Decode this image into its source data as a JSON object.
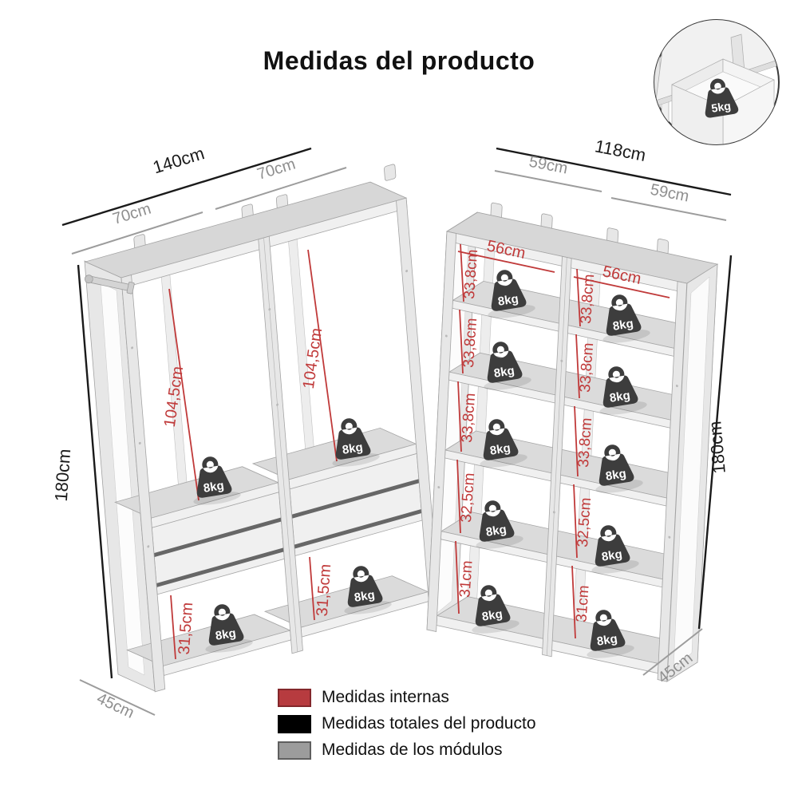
{
  "title": "Medidas del producto",
  "inset": {
    "weight_label": "5kg"
  },
  "left_unit": {
    "total_width": "140cm",
    "module_widths": [
      "70cm",
      "70cm"
    ],
    "total_height": "180cm",
    "hang_heights": [
      "104,5cm",
      "104,5cm"
    ],
    "bottom_heights": [
      "31,5cm",
      "31,5cm"
    ],
    "depth": "45cm",
    "weights": [
      "8kg",
      "8kg",
      "8kg",
      "8kg"
    ]
  },
  "right_unit": {
    "total_width": "118cm",
    "module_widths": [
      "59cm",
      "59cm"
    ],
    "total_height": "180cm",
    "shelf_widths": [
      "56cm",
      "56cm"
    ],
    "left_column": [
      "33,8cm",
      "33,8cm",
      "33,8cm",
      "32,5cm",
      "31cm"
    ],
    "right_column": [
      "33,8cm",
      "33,8cm",
      "33,8cm",
      "32,5cm",
      "31cm"
    ],
    "depth": "45cm",
    "weights": [
      "8kg",
      "8kg",
      "8kg",
      "8kg",
      "8kg",
      "8kg",
      "8kg",
      "8kg",
      "8kg",
      "8kg"
    ]
  },
  "legend": {
    "items": [
      {
        "label": "Medidas internas",
        "color": "#b73b3f",
        "border": "#83272b"
      },
      {
        "label": "Medidas totales del producto",
        "color": "#000000",
        "border": "#000000"
      },
      {
        "label": "Medidas de los módulos",
        "color": "#9c9c9c",
        "border": "#5f5f5f"
      }
    ]
  },
  "colors": {
    "internal_dimension": "#c03a3a",
    "total_dimension": "#1a1a1a",
    "module_dimension": "#9c9c9c",
    "weight_badge": "#3d3d3d",
    "furniture_panel": "#e7e7e7"
  }
}
